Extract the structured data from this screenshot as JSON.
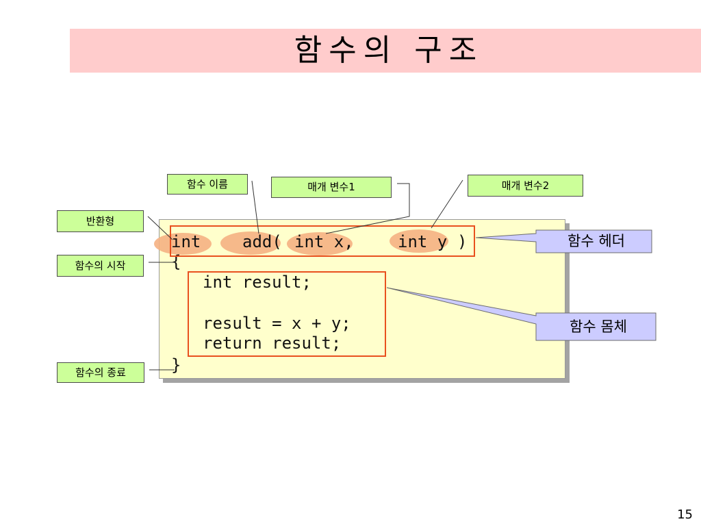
{
  "title": "함수의 구조",
  "page_number": "15",
  "code": {
    "header_tokens": {
      "return_type": "int",
      "name": "add(",
      "param1": "int x,",
      "param2": "int y",
      "close_paren": ")"
    },
    "open_brace": "{",
    "body_lines": [
      "int result;",
      "result = x + y;",
      "return result;"
    ],
    "close_brace": "}"
  },
  "labels": {
    "function_name": "함수 이름",
    "parameter_1": "매개 변수1",
    "parameter_2": "매개 변수2",
    "return_type": "반환형",
    "function_start": "함수의 시작",
    "function_end": "함수의 종료"
  },
  "callouts": {
    "function_header": "함수 헤더",
    "function_body": "함수 몸체"
  },
  "colors": {
    "title_bar": "#ffcccc",
    "code_box": "#ffffcc",
    "highlight": "#f5b183",
    "outline": "#e8501e",
    "label_green": "#ccff99",
    "callout_blue": "#ccccff"
  }
}
